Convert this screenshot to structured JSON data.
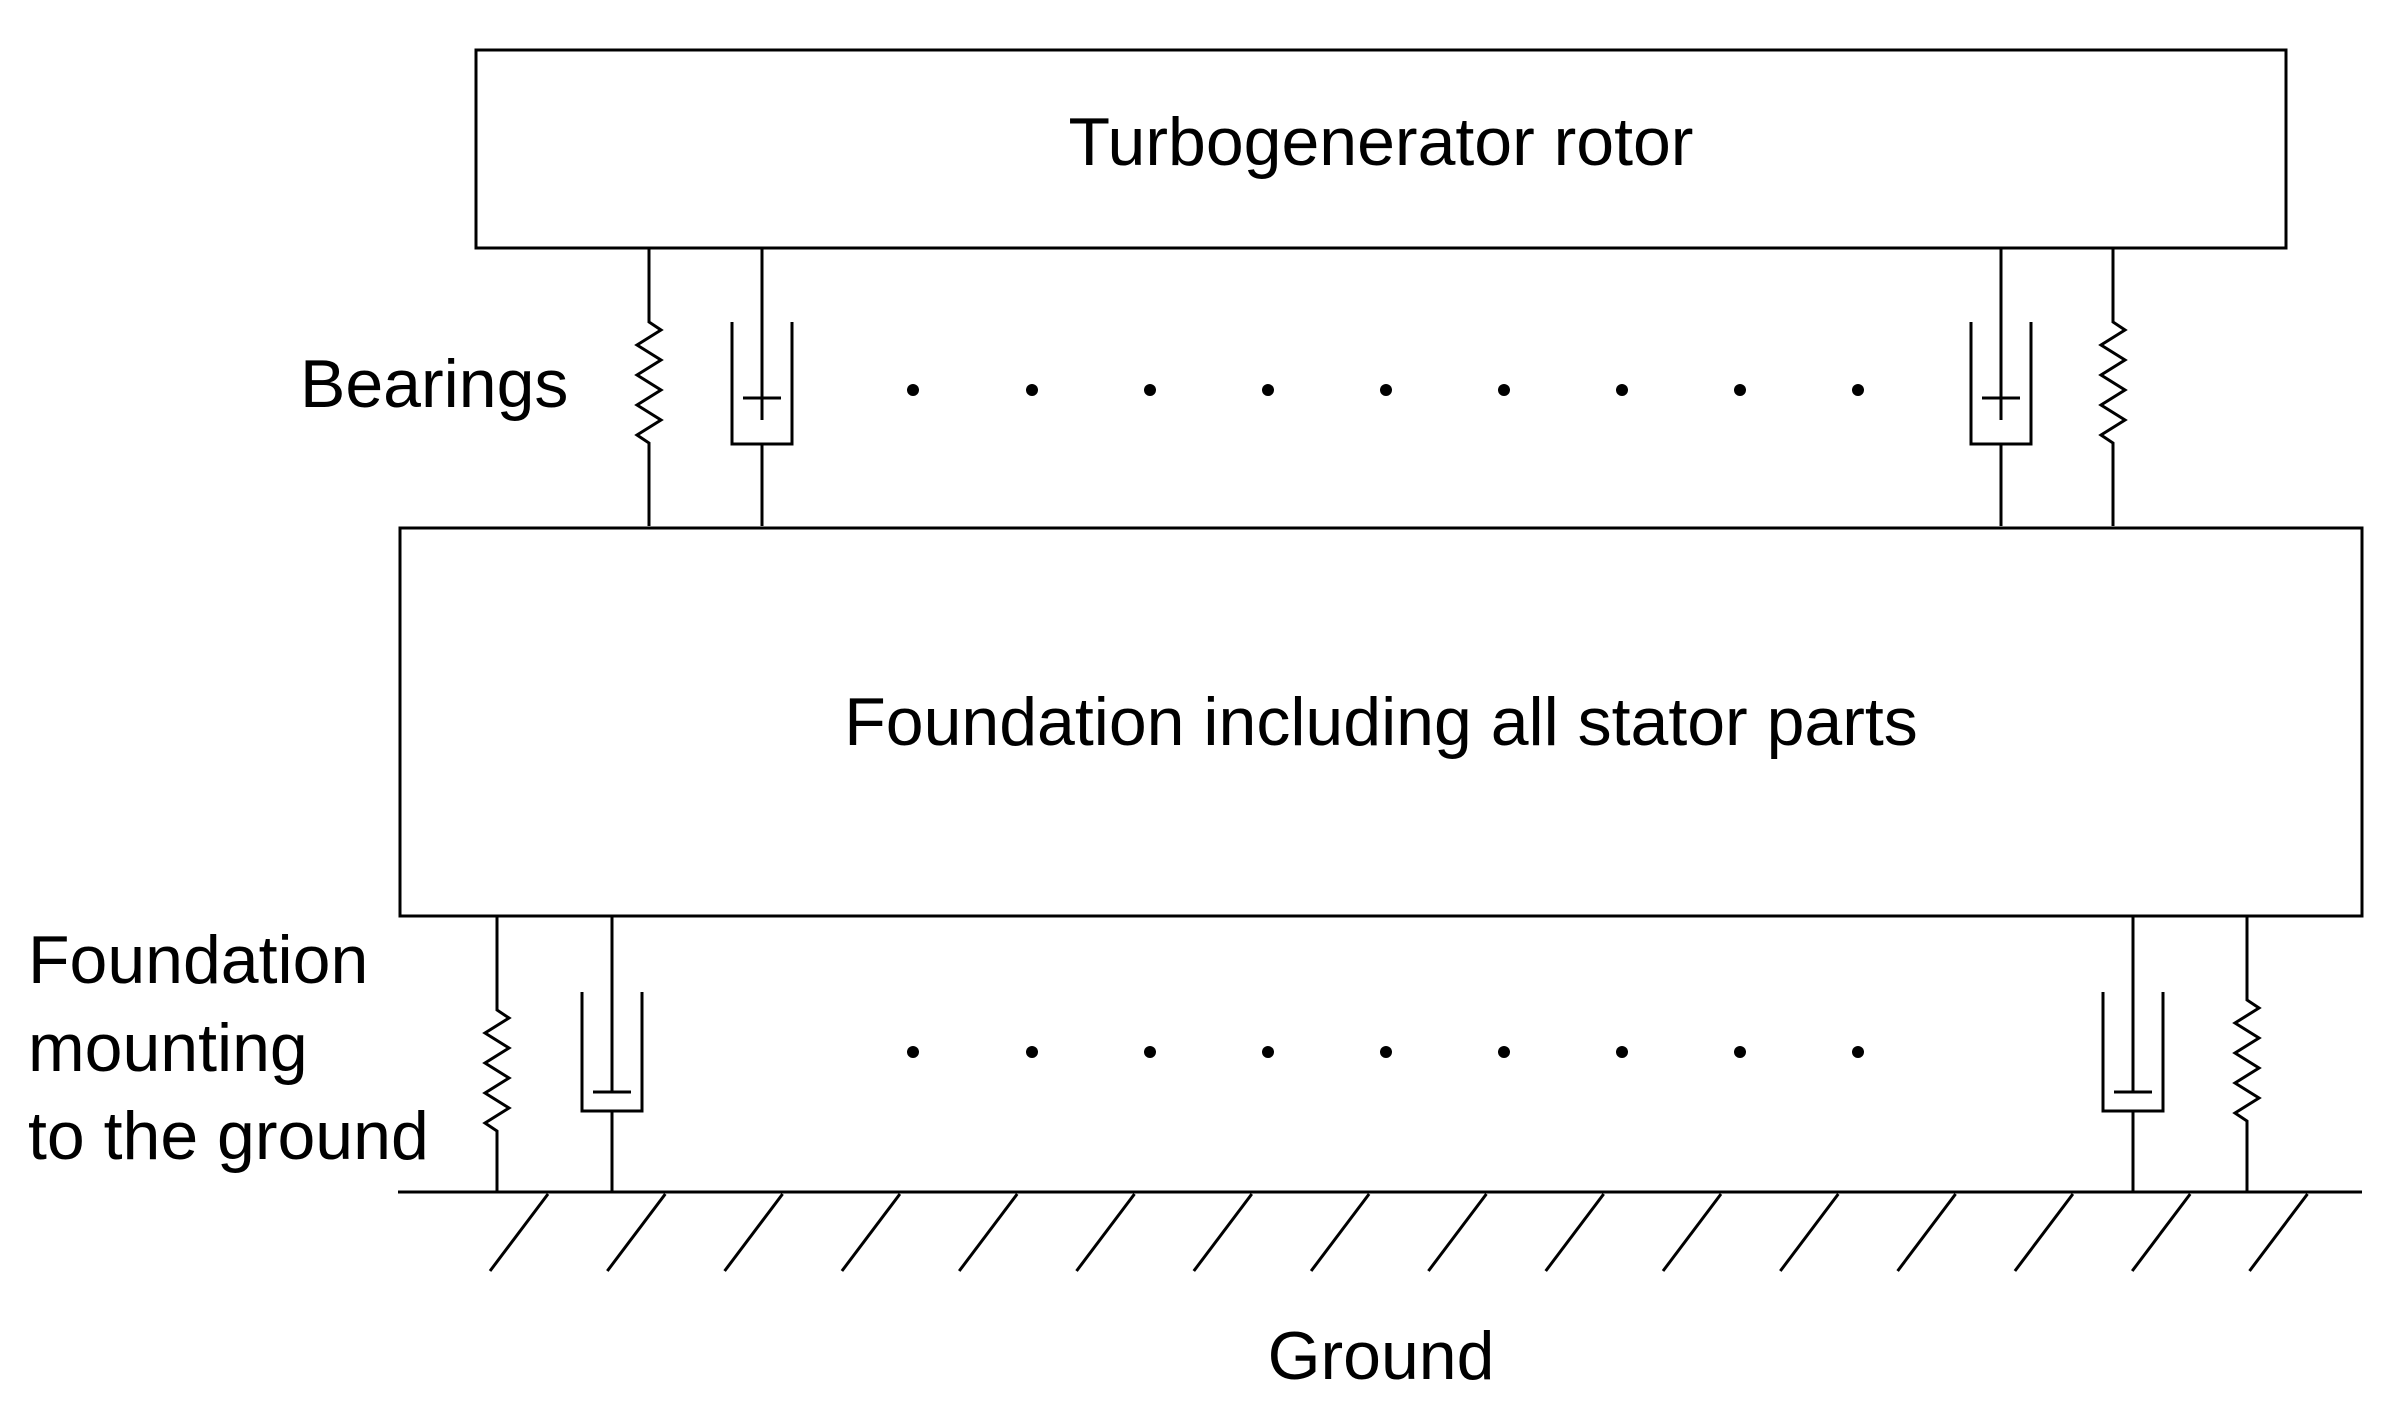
{
  "rotor": {
    "label": "Turbogenerator rotor"
  },
  "foundation": {
    "label": "Foundation including all stator parts"
  },
  "bearings": {
    "label": "Bearings"
  },
  "mounting": {
    "label_lines": [
      "Foundation",
      "mounting",
      "to the ground"
    ]
  },
  "ground": {
    "label": "Ground"
  },
  "colors": {
    "line": "#000000",
    "background": "#ffffff"
  }
}
